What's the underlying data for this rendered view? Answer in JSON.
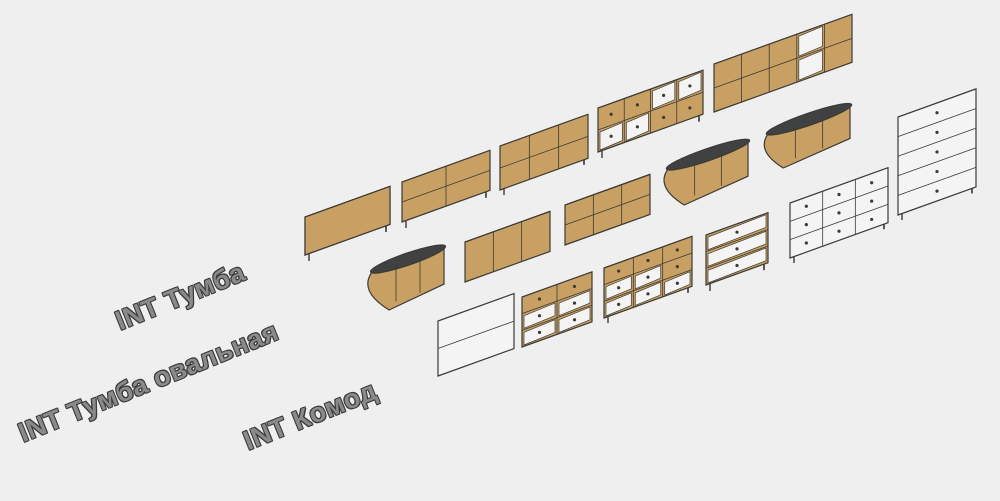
{
  "labels": {
    "tumba": "INT Тумба",
    "tumba_oval": "INT Тумба овальная",
    "komod": "INT Комод"
  },
  "colors": {
    "background": "#efefef",
    "wood_front": "#c9a063",
    "wood_side": "#a57d45",
    "wood_top": "#dcb97e",
    "outline": "#3d3a35",
    "dark_top": "#3f4143",
    "white_front": "#f4f4f4",
    "white_side": "#d9d9d9",
    "white_top": "#fafafa"
  }
}
